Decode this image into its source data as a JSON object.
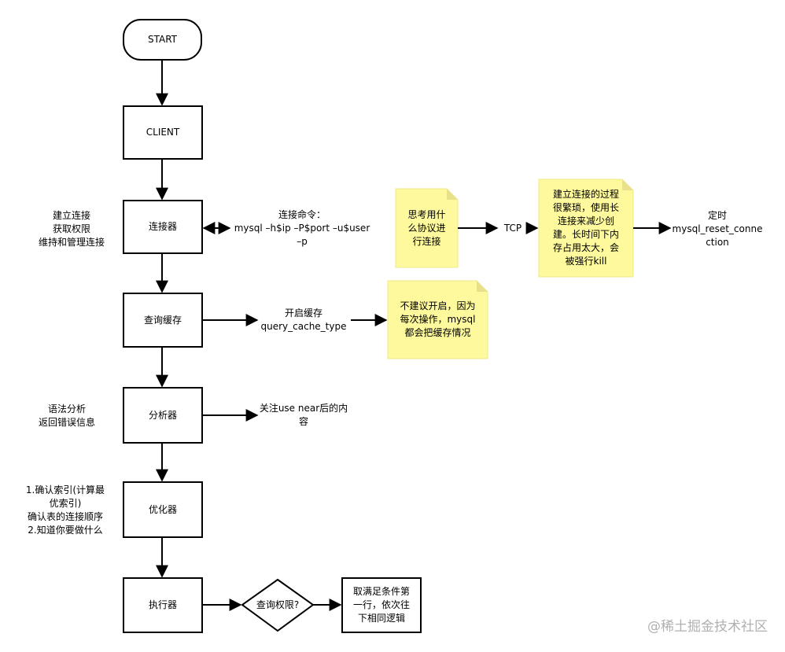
{
  "nodes": {
    "start": "START",
    "client": "CLIENT",
    "connector": "连接器",
    "cache": "查询缓存",
    "analyzer": "分析器",
    "optimizer": "优化器",
    "executor": "执行器",
    "decision": "查询权限?",
    "fetch": "取满足条件第\n一行，依次往\n下相同逻辑"
  },
  "side_notes": {
    "connector": "建立连接\n获取权限\n维持和管理连接",
    "analyzer": "语法分析\n返回错误信息",
    "optimizer": "1.确认索引(计算最\n优索引)\n确认表的连接顺序\n2.知道你要做什么"
  },
  "labels": {
    "connect_cmd": "连接命令：\nmysql –h$ip –P$port –u$user\n–p",
    "tcp": "TCP",
    "timer": "定时\nmysql_reset_conne\nction",
    "open_cache": "开启缓存\nquery_cache_type",
    "focus_use": "关注use near后的内\n容"
  },
  "sticky_notes": {
    "protocol": "思考用什\n么协议进\n行连接",
    "long_conn": "建立连接的过程\n很繁琐，使用长\n连接来减少创\n建。长时间下内\n存占用太大，会\n被强行kill",
    "cache_advice": "不建议开启，因为\n每次操作，mysql\n都会把缓存情况"
  },
  "watermark": "@稀土掘金技术社区",
  "colors": {
    "sticky": "#fdf99c",
    "stroke": "#000000"
  }
}
